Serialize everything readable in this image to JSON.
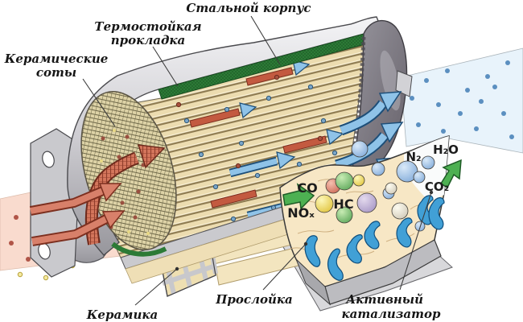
{
  "diagram": {
    "subject": "catalytic-converter-cutaway",
    "labels": {
      "steel_casing": "Стальной корпус",
      "heat_gasket_line1": "Термостойкая",
      "heat_gasket_line2": "прокладка",
      "honeycomb_line1": "Керамические",
      "honeycomb_line2": "соты",
      "ceramic": "Керамика",
      "interlayer": "Прослойка",
      "catalyst_line1": "Активный",
      "catalyst_line2": "катализатор"
    },
    "molecules": {
      "co": "CO",
      "nox": "NOₓ",
      "hc": "HC",
      "n2": "N₂",
      "h2o": "H₂O",
      "co2": "CO₂"
    },
    "colors": {
      "casing_gray": "#c9c9cd",
      "rear_cap_gray": "#7b7980",
      "gasket_green": "#2c7a36",
      "honeycomb_tan": "#ecdcb0",
      "dirty_exhaust_pink": "#f9dbce",
      "dirty_arrow_red": "#d8806a",
      "clean_exhaust_blue": "#e8f3fb",
      "clean_arrow_blue": "#8fc3e8",
      "reaction_arrow_green": "#4db052",
      "catalyst_ribbon_blue": "#41a0d6",
      "inset_surface_tan": "#f7e7c5"
    }
  }
}
